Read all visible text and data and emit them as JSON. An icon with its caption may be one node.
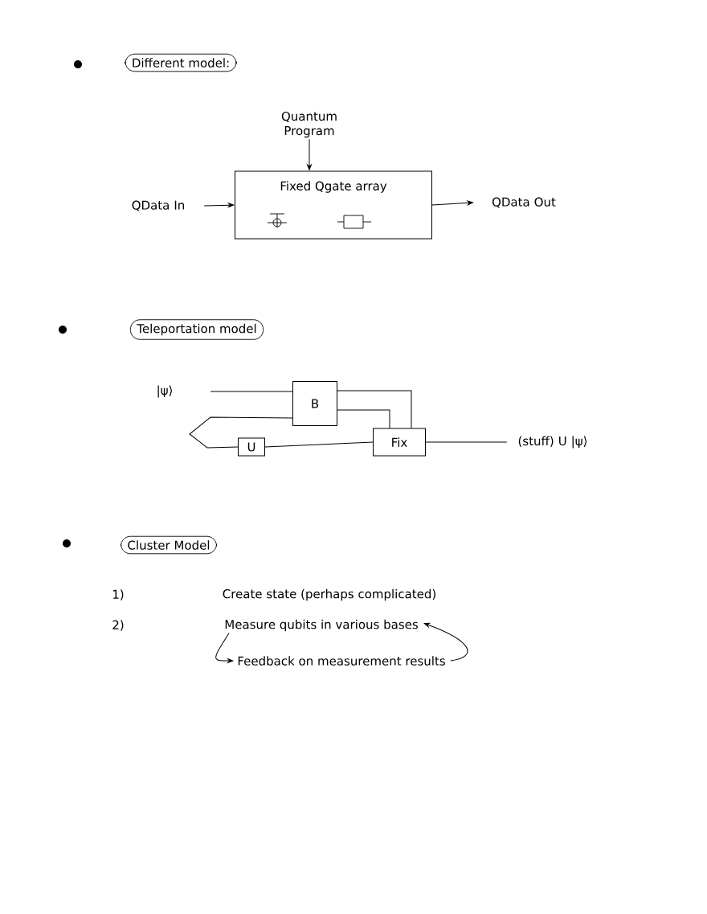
{
  "diagram": {
    "nodes": [
      {
        "text": [
          "Different model:"
        ]
      },
      {
        "text": [
          "Quantum Program"
        ]
      },
      {
        "text": [
          "Fixed Qgate array"
        ]
      },
      {
        "text": [
          "QData In"
        ]
      },
      {
        "text": [
          "QData Out"
        ]
      },
      {
        "text": [
          "Teleportation model"
        ]
      },
      {
        "text": [
          "|ψ⟩"
        ]
      },
      {
        "text": [
          "B"
        ]
      },
      {
        "text": [
          "U"
        ]
      },
      {
        "text": [
          "Fix"
        ]
      },
      {
        "text": [
          "(stuff) U |ψ⟩"
        ]
      },
      {
        "text": [
          "Cluster Model"
        ]
      },
      {
        "text": [
          "Measure qubits in various bases"
        ]
      },
      {
        "text": [
          "Feedback on measurement results"
        ]
      }
    ],
    "edges": [
      {
        "from": 1,
        "to": 2,
        "arrow": "to"
      },
      {
        "from": 3,
        "to": 2,
        "arrow": "to"
      },
      {
        "from": 2,
        "to": 4,
        "arrow": "to"
      },
      {
        "from": 6,
        "to": 7,
        "arrow": "none"
      },
      {
        "from": 7,
        "to": 9,
        "arrow": "none"
      },
      {
        "from": 7,
        "to": 9,
        "arrow": "none"
      },
      {
        "from": 7,
        "to": 8,
        "arrow": "none"
      },
      {
        "from": 8,
        "to": 9,
        "arrow": "none"
      },
      {
        "from": 9,
        "to": 10,
        "arrow": "none"
      },
      {
        "from": 12,
        "to": 13,
        "arrow": "to"
      },
      {
        "from": 13,
        "to": 12,
        "arrow": "to"
      }
    ],
    "labels": [
      "1)",
      "Create state (perhaps complicated)",
      "2)"
    ]
  }
}
